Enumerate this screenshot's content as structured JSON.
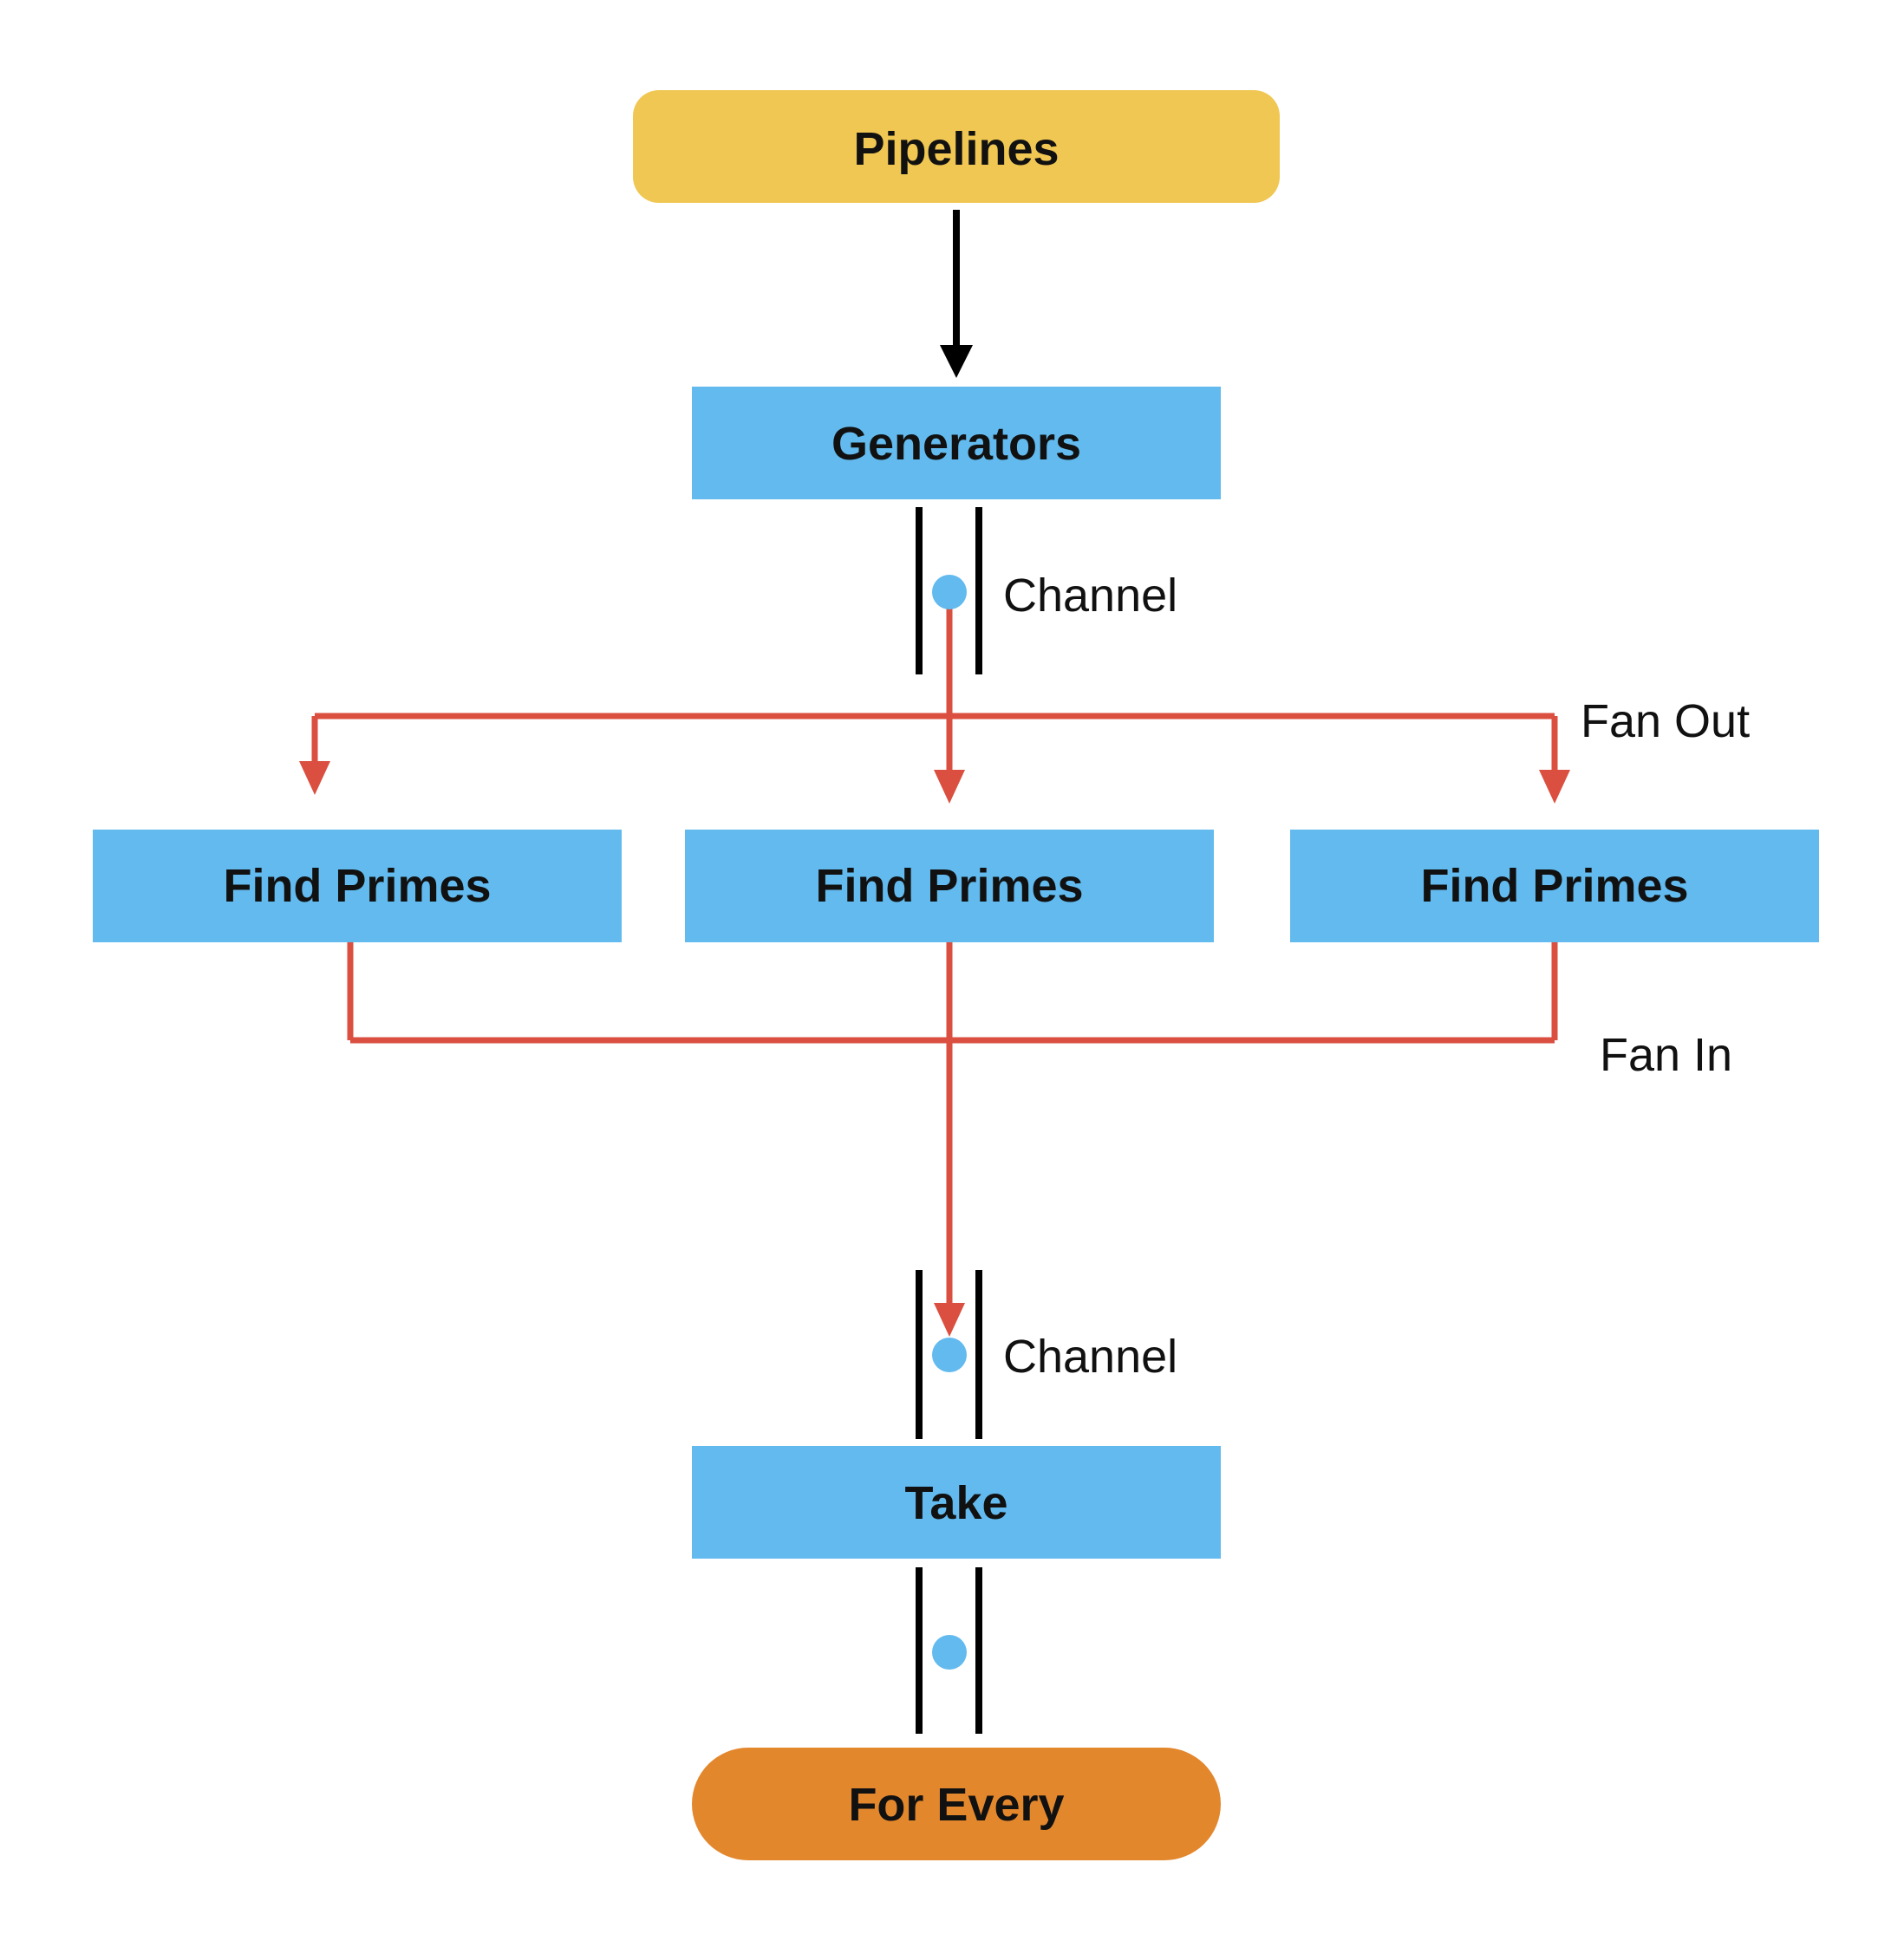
{
  "nodes": {
    "pipelines": "Pipelines",
    "generators": "Generators",
    "find_primes_1": "Find Primes",
    "find_primes_2": "Find Primes",
    "find_primes_3": "Find Primes",
    "take": "Take",
    "for_every": "For Every"
  },
  "labels": {
    "channel_1": "Channel",
    "channel_2": "Channel",
    "fan_out": "Fan Out",
    "fan_in": "Fan In"
  },
  "colors": {
    "start_node": "#F0C752",
    "process_node": "#62BAEE",
    "end_node": "#E3872D",
    "flow_arrow": "#DA4F3F",
    "channel_token": "#62BAEE",
    "line": "#000000"
  }
}
